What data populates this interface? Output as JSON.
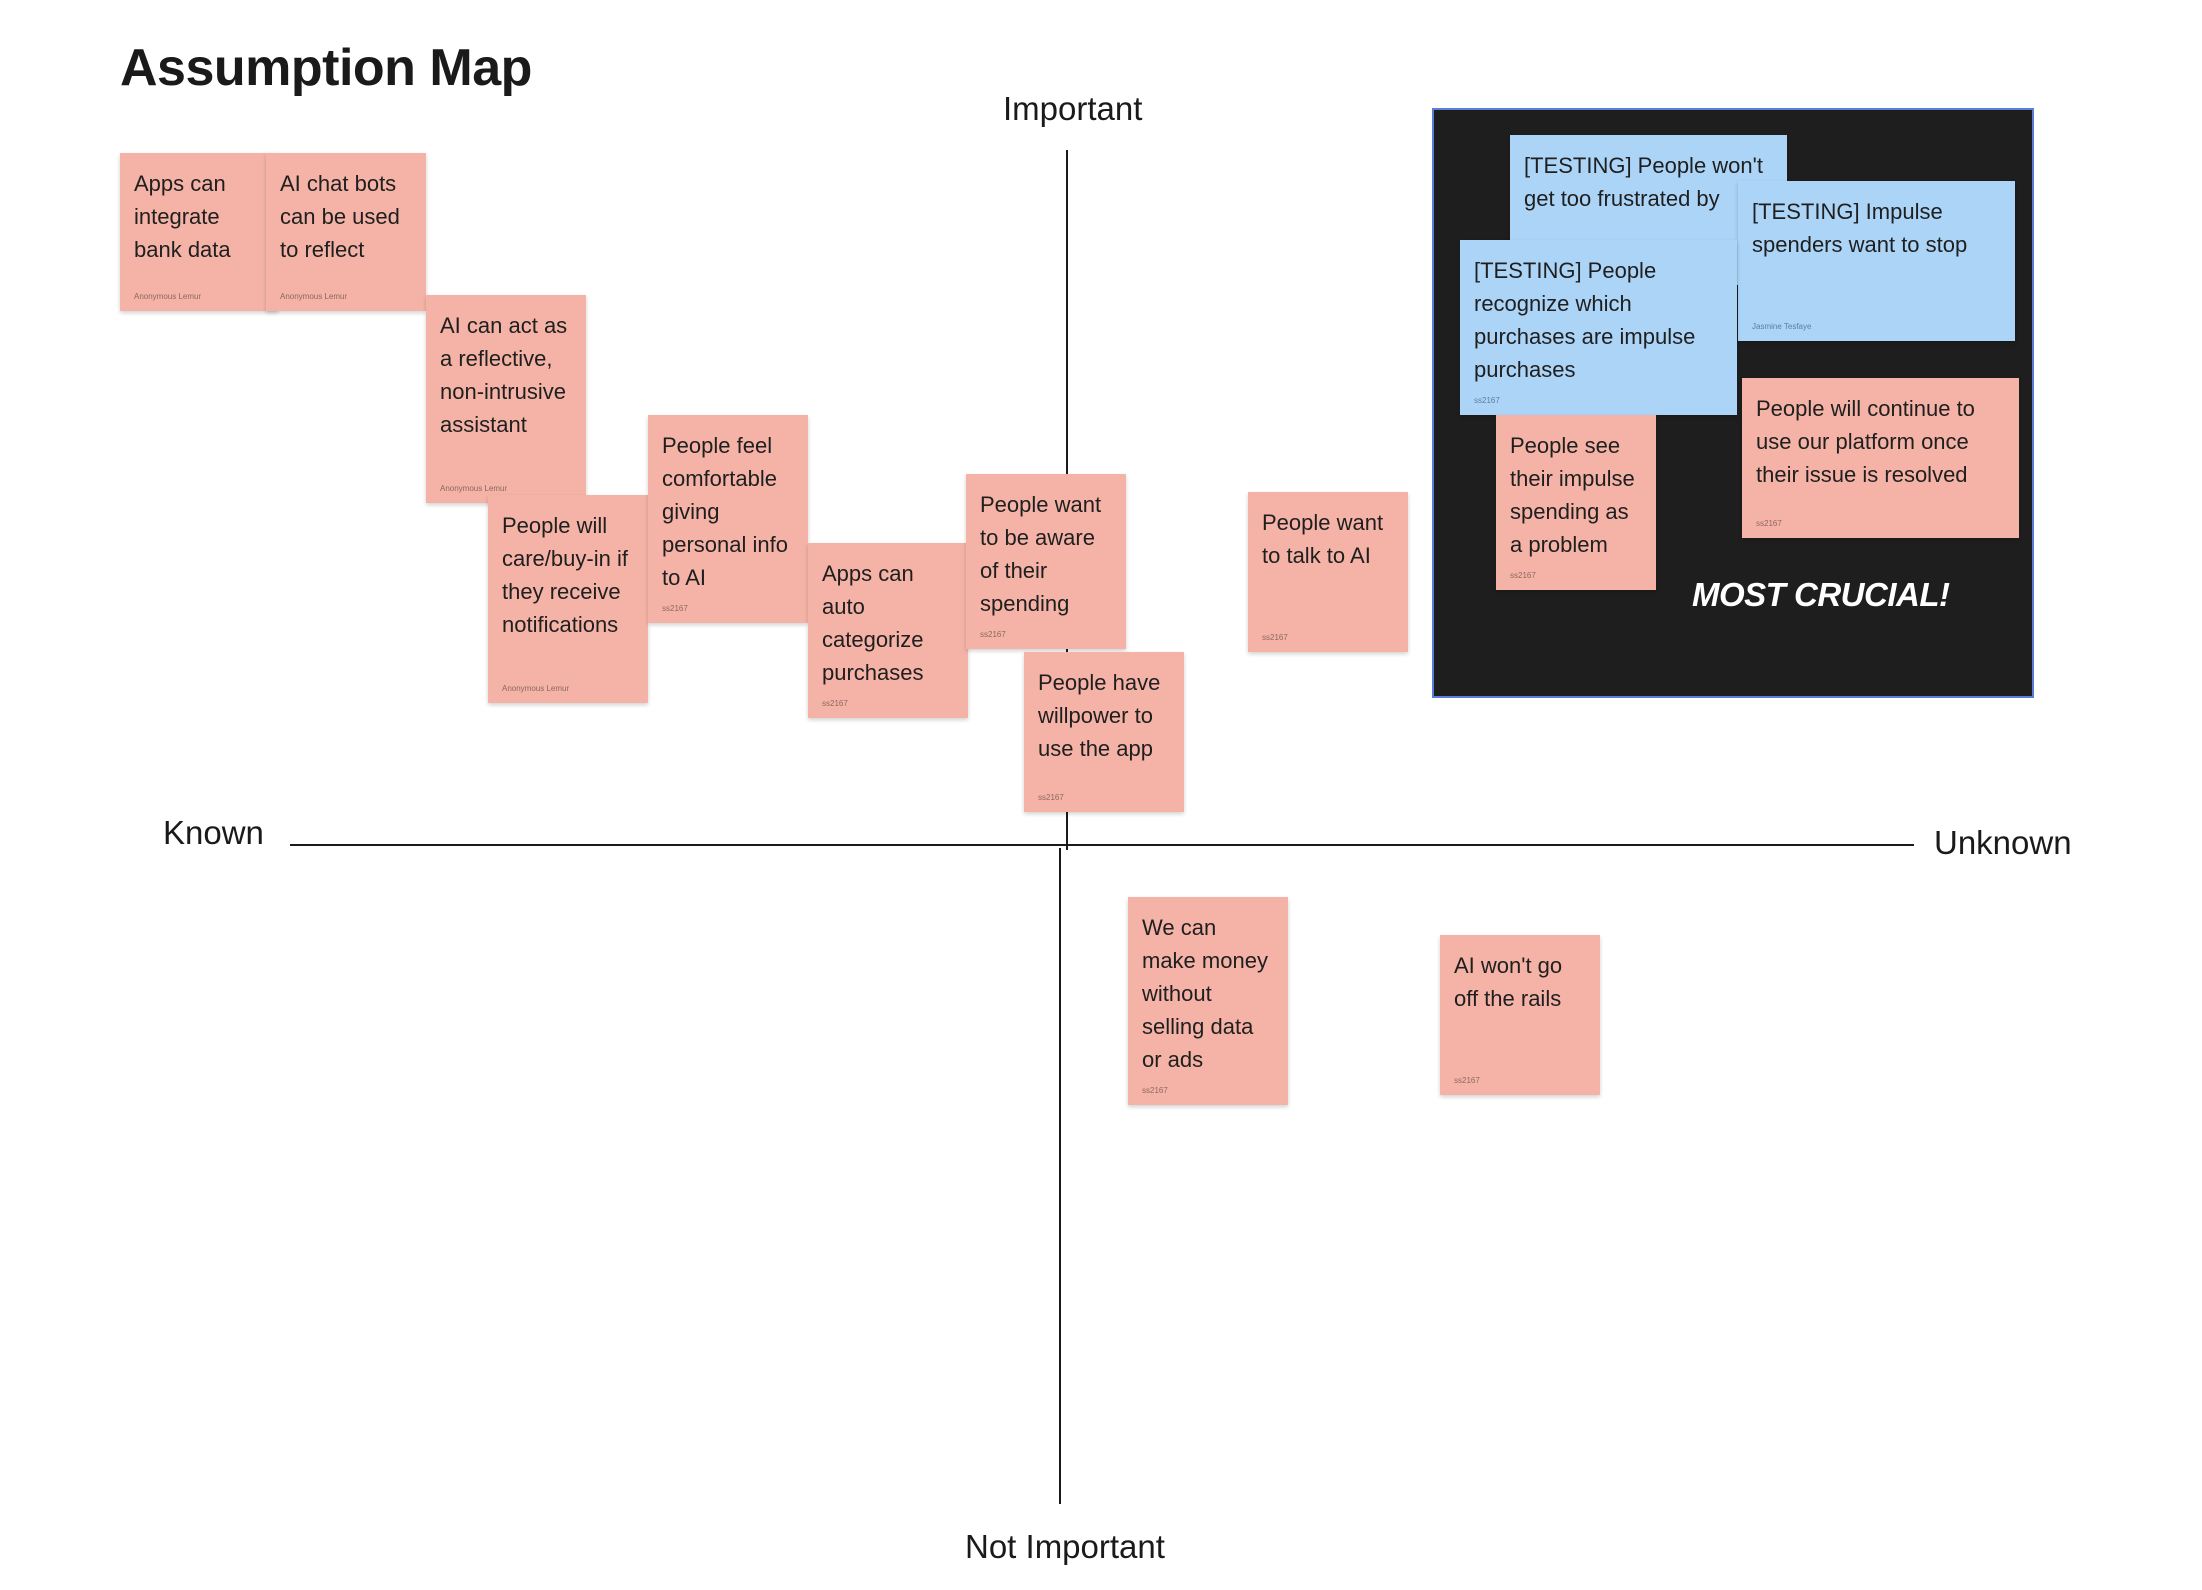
{
  "title": "Assumption Map",
  "axes": {
    "top": "Important",
    "bottom": "Not Important",
    "left": "Known",
    "right": "Unknown"
  },
  "crucial_label": "MOST CRUCIAL!",
  "colors": {
    "sticky_pink": "#f4b3a6",
    "sticky_blue": "#acd4f7",
    "crucial_background": "#1e1e1e",
    "axis": "#1a1a1a"
  },
  "stickies": [
    {
      "text": "Apps can integrate bank data",
      "author": "Anonymous Lemur",
      "color": "pink"
    },
    {
      "text": "AI chat bots can be used to reflect",
      "author": "Anonymous Lemur",
      "color": "pink"
    },
    {
      "text": "AI can act as a reflective, non-intrusive assistant",
      "author": "Anonymous Lemur",
      "color": "pink"
    },
    {
      "text": "People will care/buy-in if they receive notifications",
      "author": "Anonymous Lemur",
      "color": "pink"
    },
    {
      "text": "People feel comfortable giving personal info to AI",
      "author": "ss2167",
      "color": "pink"
    },
    {
      "text": "Apps can auto categorize purchases",
      "author": "ss2167",
      "color": "pink"
    },
    {
      "text": "People want to be aware of their spending",
      "author": "ss2167",
      "color": "pink"
    },
    {
      "text": "People have willpower to use the app",
      "author": "ss2167",
      "color": "pink"
    },
    {
      "text": "People want to talk to AI",
      "author": "ss2167",
      "color": "pink"
    },
    {
      "text": "We can make money without selling data or ads",
      "author": "ss2167",
      "color": "pink"
    },
    {
      "text": "AI won't go off the rails",
      "author": "ss2167",
      "color": "pink"
    },
    {
      "text": "[TESTING] People won't get too frustrated by",
      "author": "",
      "color": "blue"
    },
    {
      "text": "[TESTING] Impulse spenders want to stop",
      "author": "Jasmine Tesfaye",
      "color": "blue"
    },
    {
      "text": "[TESTING] People recognize which purchases are impulse purchases",
      "author": "ss2167",
      "color": "blue"
    },
    {
      "text": "People see their impulse spending as a problem",
      "author": "ss2167",
      "color": "pink"
    },
    {
      "text": "People will continue to use our platform once their issue is resolved",
      "author": "ss2167",
      "color": "pink"
    }
  ]
}
